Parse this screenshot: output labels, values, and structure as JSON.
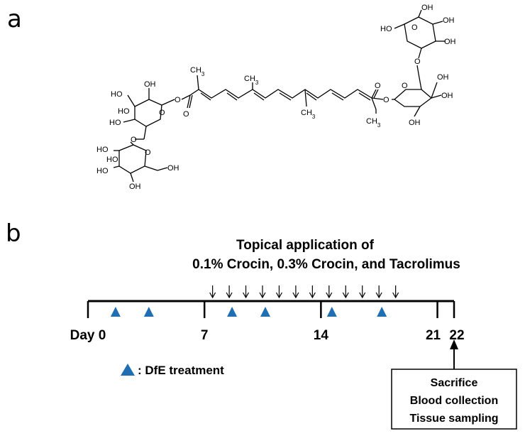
{
  "panel_a": {
    "label": "a",
    "atoms": {
      "oh": "OH",
      "ho": "HO",
      "o": "O",
      "ch3": "CH",
      "ch3_sub": "3"
    }
  },
  "panel_b": {
    "label": "b",
    "title_line1": "Topical application of",
    "title_line2": "0.1% Crocin, 0.3% Crocin, and Tacrolimus",
    "timeline": {
      "day_labels": [
        "Day 0",
        "7",
        "14",
        "21",
        "22"
      ],
      "application_days": [
        8,
        9,
        10,
        11,
        12,
        13,
        14,
        15,
        16,
        17,
        18,
        19
      ],
      "dfe_days": [
        2,
        4,
        9,
        11,
        15,
        18
      ],
      "dfe_color": "#1f6fb2"
    },
    "legend_label": ": DfE treatment",
    "endpoint_box": [
      "Sacrifice",
      "Blood collection",
      "Tissue sampling"
    ]
  }
}
